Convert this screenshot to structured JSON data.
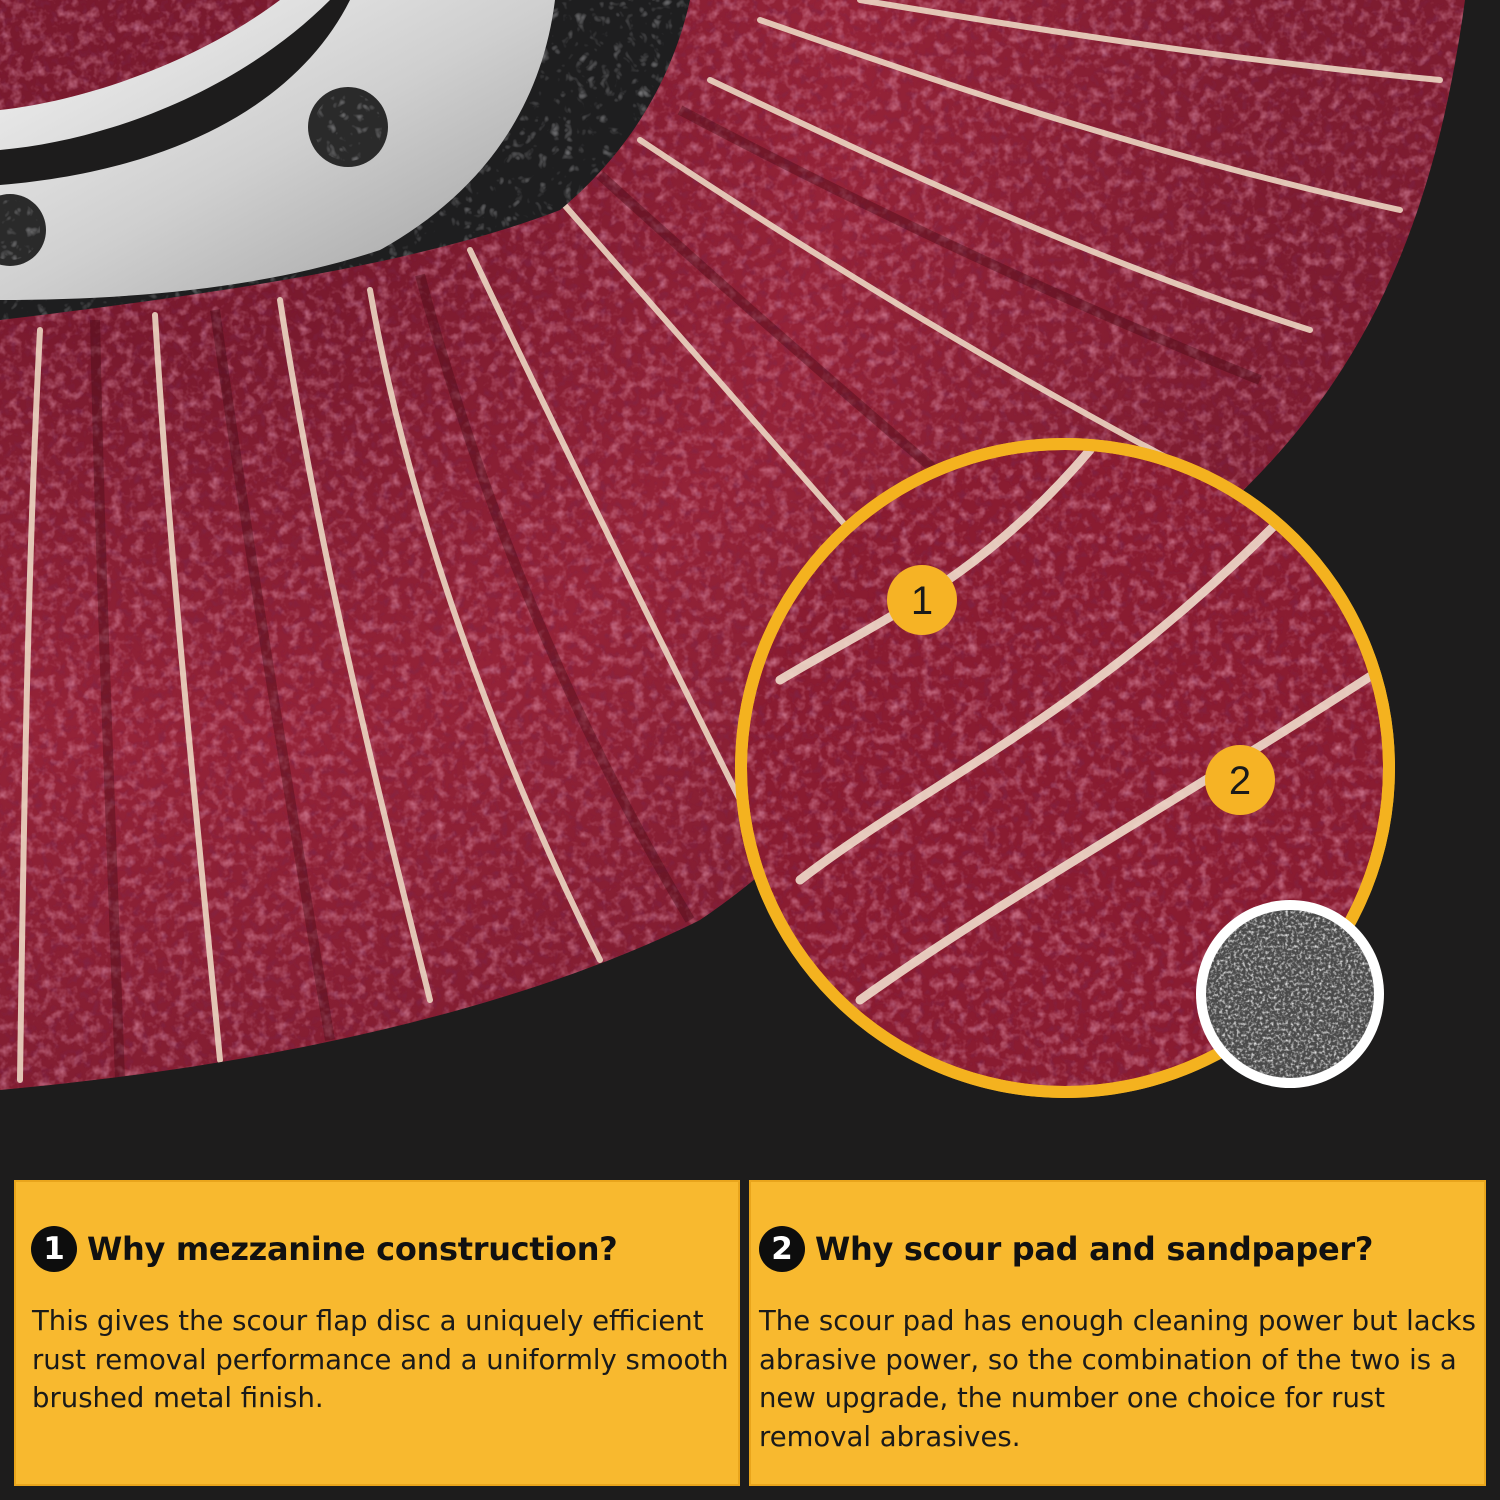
{
  "image": {
    "subject": "scour-pad-flap-disc",
    "colors": {
      "background": "#1d1c1c",
      "disc_red": "#8f2036",
      "accent_yellow": "#f8b92f",
      "hub_metal": "#d8d8d8"
    }
  },
  "callouts": [
    {
      "number": "1"
    },
    {
      "number": "2"
    }
  ],
  "features": [
    {
      "number": "1",
      "title": "Why mezzanine construction?",
      "body": "This gives the scour flap disc a uniquely efficient rust removal performance and a uniformly smooth brushed metal finish."
    },
    {
      "number": "2",
      "title": "Why scour pad and sandpaper?",
      "body": "The scour pad has enough cleaning power but lacks abrasive power, so the combination of the two is a new upgrade, the number one choice for rust removal abrasives."
    }
  ]
}
